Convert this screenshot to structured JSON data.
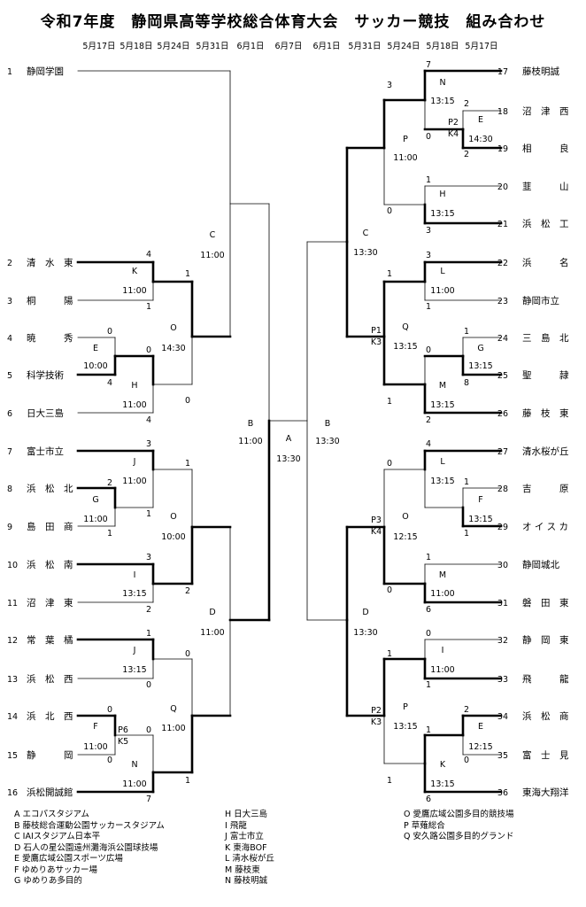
{
  "title": "令和7年度　静岡県高等学校総合体育大会　サッカー競技　組み合わせ",
  "dates": [
    "5月17日",
    "5月18日",
    "5月24日",
    "5月31日",
    "6月1日",
    "6月7日",
    "6月1日",
    "5月31日",
    "5月24日",
    "5月18日",
    "5月17日"
  ],
  "left_teams": [
    {
      "no": "1",
      "name": "静岡学園"
    },
    {
      "no": "2",
      "name": "清　水　東"
    },
    {
      "no": "3",
      "name": "桐　　　陽"
    },
    {
      "no": "4",
      "name": "暁　　　秀"
    },
    {
      "no": "5",
      "name": "科学技術"
    },
    {
      "no": "6",
      "name": "日大三島"
    },
    {
      "no": "7",
      "name": "富士市立"
    },
    {
      "no": "8",
      "name": "浜　松　北"
    },
    {
      "no": "9",
      "name": "島　田　商"
    },
    {
      "no": "10",
      "name": "浜　松　南"
    },
    {
      "no": "11",
      "name": "沼　津　東"
    },
    {
      "no": "12",
      "name": "常　葉　橘"
    },
    {
      "no": "13",
      "name": "浜　松　西"
    },
    {
      "no": "14",
      "name": "浜　北　西"
    },
    {
      "no": "15",
      "name": "静　　　岡"
    },
    {
      "no": "16",
      "name": "浜松開誠館"
    }
  ],
  "right_teams": [
    {
      "no": "17",
      "name": "藤枝明誠"
    },
    {
      "no": "18",
      "name": "沼　津　西"
    },
    {
      "no": "19",
      "name": "相　　　良"
    },
    {
      "no": "20",
      "name": "韮　　　山"
    },
    {
      "no": "21",
      "name": "浜　松　工"
    },
    {
      "no": "22",
      "name": "浜　　　名"
    },
    {
      "no": "23",
      "name": "静岡市立"
    },
    {
      "no": "24",
      "name": "三　島　北"
    },
    {
      "no": "25",
      "name": "聖　　　隷"
    },
    {
      "no": "26",
      "name": "藤　枝　東"
    },
    {
      "no": "27",
      "name": "清水桜が丘"
    },
    {
      "no": "28",
      "name": "吉　　　原"
    },
    {
      "no": "29",
      "name": "オ イ ス カ"
    },
    {
      "no": "30",
      "name": "静岡城北"
    },
    {
      "no": "31",
      "name": "磐　田　東"
    },
    {
      "no": "32",
      "name": "静　岡　東"
    },
    {
      "no": "33",
      "name": "飛　　　龍"
    },
    {
      "no": "34",
      "name": "浜　松　商"
    },
    {
      "no": "35",
      "name": "富　士　見"
    },
    {
      "no": "36",
      "name": "東海大翔洋"
    }
  ],
  "bracket_labels": [
    {
      "id": "l-k",
      "text": "K"
    },
    {
      "id": "l-k-time",
      "text": "11:00"
    },
    {
      "id": "l-e",
      "text": "E"
    },
    {
      "id": "l-e-time",
      "text": "10:00"
    },
    {
      "id": "l-h",
      "text": "H"
    },
    {
      "id": "l-h-time",
      "text": "11:00"
    },
    {
      "id": "l-o1",
      "text": "O"
    },
    {
      "id": "l-o1-time",
      "text": "14:30"
    },
    {
      "id": "l-c",
      "text": "C"
    },
    {
      "id": "l-c-time",
      "text": "11:00"
    },
    {
      "id": "l-j1",
      "text": "J"
    },
    {
      "id": "l-j1-time",
      "text": "11:00"
    },
    {
      "id": "l-g",
      "text": "G"
    },
    {
      "id": "l-g-time",
      "text": "11:00"
    },
    {
      "id": "l-o2",
      "text": "O"
    },
    {
      "id": "l-o2-time",
      "text": "10:00"
    },
    {
      "id": "l-i",
      "text": "I"
    },
    {
      "id": "l-i-time",
      "text": "13:15"
    },
    {
      "id": "l-b",
      "text": "B"
    },
    {
      "id": "l-b-time",
      "text": "11:00"
    },
    {
      "id": "l-j2",
      "text": "J"
    },
    {
      "id": "l-j2-time",
      "text": "13:15"
    },
    {
      "id": "l-f",
      "text": "F"
    },
    {
      "id": "l-f-time",
      "text": "11:00"
    },
    {
      "id": "l-pk",
      "text": "P6"
    },
    {
      "id": "l-pk2",
      "text": "K5"
    },
    {
      "id": "l-q",
      "text": "Q"
    },
    {
      "id": "l-q-time",
      "text": "11:00"
    },
    {
      "id": "l-n",
      "text": "N"
    },
    {
      "id": "l-n-time",
      "text": "11:00"
    },
    {
      "id": "l-d",
      "text": "D"
    },
    {
      "id": "l-d-time",
      "text": "11:00"
    },
    {
      "id": "c-a",
      "text": "A"
    },
    {
      "id": "c-a-time",
      "text": "13:30"
    },
    {
      "id": "r-b",
      "text": "B"
    },
    {
      "id": "r-b-time",
      "text": "13:30"
    },
    {
      "id": "r-c",
      "text": "C"
    },
    {
      "id": "r-c-time",
      "text": "13:30"
    },
    {
      "id": "r-d",
      "text": "D"
    },
    {
      "id": "r-d-time",
      "text": "13:30"
    },
    {
      "id": "r-p1",
      "text": "P"
    },
    {
      "id": "r-p1-time",
      "text": "11:00"
    },
    {
      "id": "r-n",
      "text": "N"
    },
    {
      "id": "r-n-time",
      "text": "13:15"
    },
    {
      "id": "r-e",
      "text": "E"
    },
    {
      "id": "r-e-time",
      "text": "14:30"
    },
    {
      "id": "r-pk1",
      "text": "P2"
    },
    {
      "id": "r-pk1b",
      "text": "K4"
    },
    {
      "id": "r-h",
      "text": "H"
    },
    {
      "id": "r-h-time",
      "text": "13:15"
    },
    {
      "id": "r-l1",
      "text": "L"
    },
    {
      "id": "r-l1-time",
      "text": "11:00"
    },
    {
      "id": "r-q1",
      "text": "Q"
    },
    {
      "id": "r-q1-time",
      "text": "13:15"
    },
    {
      "id": "r-pk2",
      "text": "P1"
    },
    {
      "id": "r-pk2b",
      "text": "K3"
    },
    {
      "id": "r-g",
      "text": "G"
    },
    {
      "id": "r-g-time",
      "text": "13:15"
    },
    {
      "id": "r-m1",
      "text": "M"
    },
    {
      "id": "r-m1-time",
      "text": "13:15"
    },
    {
      "id": "r-l2",
      "text": "L"
    },
    {
      "id": "r-l2-time",
      "text": "13:15"
    },
    {
      "id": "r-f",
      "text": "F"
    },
    {
      "id": "r-f-time",
      "text": "13:15"
    },
    {
      "id": "r-o",
      "text": "O"
    },
    {
      "id": "r-o-time",
      "text": "12:15"
    },
    {
      "id": "r-pk3",
      "text": "P3"
    },
    {
      "id": "r-pk3b",
      "text": "K4"
    },
    {
      "id": "r-m2",
      "text": "M"
    },
    {
      "id": "r-m2-time",
      "text": "11:00"
    },
    {
      "id": "r-i",
      "text": "I"
    },
    {
      "id": "r-i-time",
      "text": "11:00"
    },
    {
      "id": "r-p2",
      "text": "P"
    },
    {
      "id": "r-p2-time",
      "text": "13:15"
    },
    {
      "id": "r-pk4",
      "text": "P2"
    },
    {
      "id": "r-pk4b",
      "text": "K3"
    },
    {
      "id": "r-e2",
      "text": "E"
    },
    {
      "id": "r-e2-time",
      "text": "12:15"
    },
    {
      "id": "r-k",
      "text": "K"
    },
    {
      "id": "r-k-time",
      "text": "13:15"
    }
  ],
  "scores": [
    {
      "id": "s1",
      "text": "4"
    },
    {
      "id": "s2",
      "text": "1"
    },
    {
      "id": "s3",
      "text": "1"
    },
    {
      "id": "s4",
      "text": "0"
    },
    {
      "id": "s5",
      "text": "4"
    },
    {
      "id": "s6",
      "text": "0"
    },
    {
      "id": "s7",
      "text": "4"
    },
    {
      "id": "s8",
      "text": "0"
    },
    {
      "id": "s9",
      "text": "3"
    },
    {
      "id": "s10",
      "text": "2"
    },
    {
      "id": "s11",
      "text": "1"
    },
    {
      "id": "s12",
      "text": "1"
    },
    {
      "id": "s13",
      "text": "1"
    },
    {
      "id": "s14",
      "text": "3"
    },
    {
      "id": "s15",
      "text": "2"
    },
    {
      "id": "s16",
      "text": "2"
    },
    {
      "id": "s17",
      "text": "1"
    },
    {
      "id": "s18",
      "text": "0"
    },
    {
      "id": "s19",
      "text": "0"
    },
    {
      "id": "s20",
      "text": "0"
    },
    {
      "id": "s21",
      "text": "0"
    },
    {
      "id": "s22",
      "text": "0"
    },
    {
      "id": "s23",
      "text": "0"
    },
    {
      "id": "s24",
      "text": "1"
    },
    {
      "id": "s25",
      "text": "7"
    },
    {
      "id": "r1",
      "text": "7"
    },
    {
      "id": "r2",
      "text": "3"
    },
    {
      "id": "r3",
      "text": "2"
    },
    {
      "id": "r4",
      "text": "0"
    },
    {
      "id": "r5",
      "text": "2"
    },
    {
      "id": "r6",
      "text": "1"
    },
    {
      "id": "r7",
      "text": "0"
    },
    {
      "id": "r8",
      "text": "3"
    },
    {
      "id": "r9",
      "text": "3"
    },
    {
      "id": "r10",
      "text": "1"
    },
    {
      "id": "r11",
      "text": "1"
    },
    {
      "id": "r12",
      "text": "1"
    },
    {
      "id": "r13",
      "text": "0"
    },
    {
      "id": "r14",
      "text": "8"
    },
    {
      "id": "r15",
      "text": "2"
    },
    {
      "id": "r16",
      "text": "1"
    },
    {
      "id": "r17",
      "text": "4"
    },
    {
      "id": "r18",
      "text": "0"
    },
    {
      "id": "r19",
      "text": "1"
    },
    {
      "id": "r20",
      "text": "1"
    },
    {
      "id": "r21",
      "text": "1"
    },
    {
      "id": "r22",
      "text": "0"
    },
    {
      "id": "r23",
      "text": "6"
    },
    {
      "id": "r24",
      "text": "0"
    },
    {
      "id": "r25",
      "text": "1"
    },
    {
      "id": "r26",
      "text": "1"
    },
    {
      "id": "r27",
      "text": "2"
    },
    {
      "id": "r28",
      "text": "1"
    },
    {
      "id": "r29",
      "text": "0"
    },
    {
      "id": "r30",
      "text": "1"
    },
    {
      "id": "r31",
      "text": "6"
    }
  ],
  "legend": {
    "col1": [
      "A エコパスタジアム",
      "B 藤枝総合運動公園サッカースタジアム",
      "C IAIスタジアム日本平",
      "D 石人の星公園遠州灘海浜公園球技場",
      "E 愛鷹広域公園スポーツ広場",
      "F ゆめりあサッカー場",
      "G ゆめりあ多目的"
    ],
    "col2": [
      "H 日大三島",
      "I 飛龍",
      "J 富士市立",
      "K 東海BOF",
      "L 清水桜が丘",
      "M 藤枝東",
      "N 藤枝明誠"
    ],
    "col3": [
      "O 愛鷹広域公園多目的競技場",
      "P 草薙総合",
      "Q 安久路公園多目的グランド"
    ]
  }
}
